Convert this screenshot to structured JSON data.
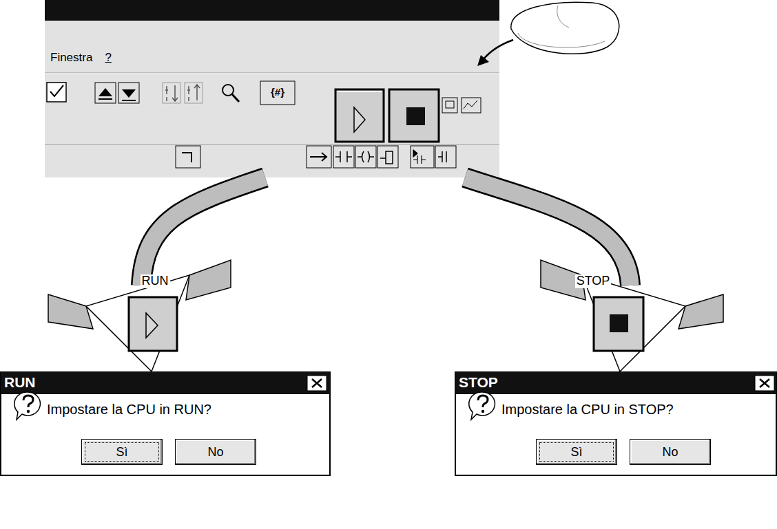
{
  "diagram": {
    "nodes": [
      {
        "text": [
          "Finestra",
          "?"
        ]
      },
      {
        "text": [
          "RUN",
          "Impostare la CPU in RUN?"
        ]
      },
      {
        "text": [
          "Sì"
        ],
        "in": 1
      },
      {
        "text": [
          "No"
        ],
        "in": 1
      },
      {
        "text": [
          "STOP",
          "Impostare la CPU in STOP?"
        ]
      },
      {
        "text": [
          "Sì"
        ],
        "in": 4
      },
      {
        "text": [
          "No"
        ],
        "in": 4
      }
    ],
    "edges": [
      {
        "from": 0,
        "to": 1,
        "arrow": "to",
        "label": "RUN"
      },
      {
        "from": 0,
        "to": 4,
        "arrow": "to",
        "label": "STOP"
      }
    ],
    "labels": [
      "{#}"
    ]
  }
}
